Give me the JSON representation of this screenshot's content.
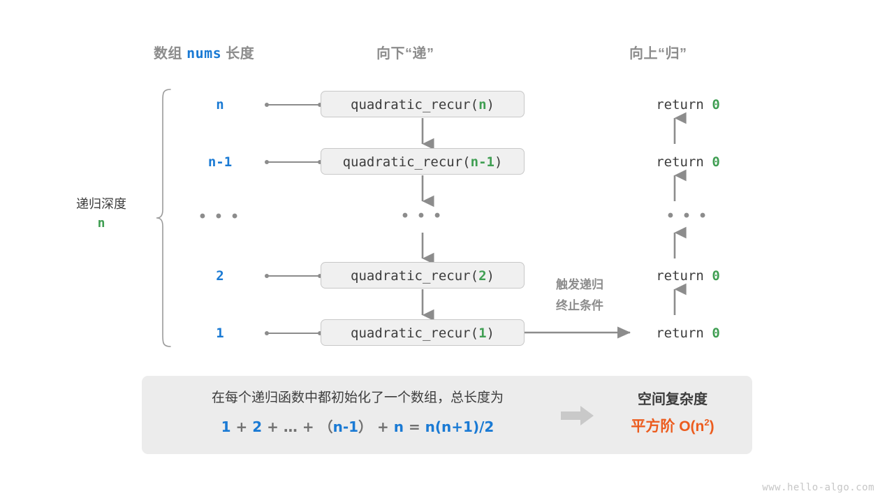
{
  "headers": {
    "depth": {
      "prefix": "数组 ",
      "mono": "nums",
      "suffix": " 长度"
    },
    "down": "向下“递”",
    "up": "向上“归”"
  },
  "depth_bracket": {
    "title": "递归深度",
    "value": "n"
  },
  "rows": [
    {
      "depth": "n",
      "call_prefix": "quadratic_recur(",
      "call_arg": "n",
      "call_suffix": ")",
      "ret_text": "return ",
      "ret_value": "0"
    },
    {
      "depth": "n-1",
      "call_prefix": "quadratic_recur(",
      "call_arg": "n-1",
      "call_suffix": ")",
      "ret_text": "return ",
      "ret_value": "0"
    },
    {
      "depth": "…",
      "call_prefix": "",
      "call_arg": "",
      "call_suffix": "",
      "ret_text": "",
      "ret_value": ""
    },
    {
      "depth": "2",
      "call_prefix": "quadratic_recur(",
      "call_arg": "2",
      "call_suffix": ")",
      "ret_text": "return ",
      "ret_value": "0"
    },
    {
      "depth": "1",
      "call_prefix": "quadratic_recur(",
      "call_arg": "1",
      "call_suffix": ")",
      "ret_text": "return ",
      "ret_value": "0"
    }
  ],
  "dots": "• • •",
  "trigger_note": {
    "line1": "触发递归",
    "line2": "终止条件"
  },
  "summary": {
    "sentence": "在每个递归函数中都初始化了一个数组，总长度为",
    "formula": {
      "t1": "1",
      "o1": " + ",
      "t2": "2",
      "o2": " + ",
      "ell": "…",
      "o3": " + ",
      "lp": "（",
      "t3": "n-1",
      "rp": "）",
      "o4": " + ",
      "t4": "n",
      "eq": " = ",
      "result": "n(n+1)/2"
    },
    "complexity_title": "空间复杂度",
    "complexity_value_prefix": "平方阶 ",
    "complexity_value_big_o": "O(n",
    "complexity_value_exp": "2",
    "complexity_value_close": ")"
  },
  "watermark": "www.hello-algo.com",
  "colors": {
    "blue": "#1a7ad4",
    "green": "#3f9e52",
    "orange": "#ec5c1e",
    "gray": "#8c8c8c",
    "dark": "#3c3c3c",
    "panel": "#ececec",
    "box_fill": "#f0f0f0",
    "box_border": "#c8c8c8"
  }
}
